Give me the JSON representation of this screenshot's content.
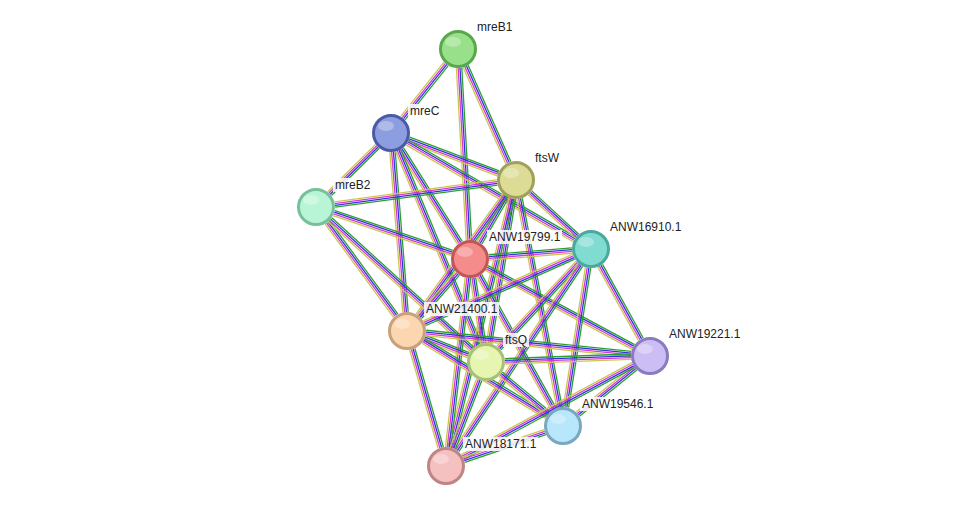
{
  "diagram": {
    "nodes": [
      {
        "text": [
          "mreB1"
        ]
      },
      {
        "text": [
          "mreC"
        ]
      },
      {
        "text": [
          "ftsW"
        ]
      },
      {
        "text": [
          "mreB2"
        ]
      },
      {
        "text": [
          "ANW19799.1"
        ]
      },
      {
        "text": [
          "ANW16910.1"
        ]
      },
      {
        "text": [
          "ANW21400.1"
        ]
      },
      {
        "text": [
          "ftsQ"
        ]
      },
      {
        "text": [
          "ANW19221.1"
        ]
      },
      {
        "text": [
          "ANW19546.1"
        ]
      },
      {
        "text": [
          "ANW18171.1"
        ]
      }
    ],
    "edges": [
      {
        "from": 0,
        "to": 1,
        "arrow": "none"
      },
      {
        "from": 0,
        "to": 2,
        "arrow": "none"
      },
      {
        "from": 0,
        "to": 4,
        "arrow": "none"
      },
      {
        "from": 1,
        "to": 2,
        "arrow": "none"
      },
      {
        "from": 1,
        "to": 3,
        "arrow": "none"
      },
      {
        "from": 1,
        "to": 4,
        "arrow": "none"
      },
      {
        "from": 1,
        "to": 5,
        "arrow": "none"
      },
      {
        "from": 1,
        "to": 6,
        "arrow": "none"
      },
      {
        "from": 1,
        "to": 7,
        "arrow": "none"
      },
      {
        "from": 2,
        "to": 3,
        "arrow": "none"
      },
      {
        "from": 2,
        "to": 4,
        "arrow": "none"
      },
      {
        "from": 2,
        "to": 5,
        "arrow": "none"
      },
      {
        "from": 2,
        "to": 6,
        "arrow": "none"
      },
      {
        "from": 2,
        "to": 7,
        "arrow": "none"
      },
      {
        "from": 2,
        "to": 9,
        "arrow": "none"
      },
      {
        "from": 2,
        "to": 10,
        "arrow": "none"
      },
      {
        "from": 3,
        "to": 4,
        "arrow": "none"
      },
      {
        "from": 3,
        "to": 6,
        "arrow": "none"
      },
      {
        "from": 3,
        "to": 7,
        "arrow": "none"
      },
      {
        "from": 4,
        "to": 5,
        "arrow": "none"
      },
      {
        "from": 4,
        "to": 6,
        "arrow": "none"
      },
      {
        "from": 4,
        "to": 7,
        "arrow": "none"
      },
      {
        "from": 4,
        "to": 8,
        "arrow": "none"
      },
      {
        "from": 4,
        "to": 9,
        "arrow": "none"
      },
      {
        "from": 4,
        "to": 10,
        "arrow": "none"
      },
      {
        "from": 5,
        "to": 6,
        "arrow": "none"
      },
      {
        "from": 5,
        "to": 7,
        "arrow": "none"
      },
      {
        "from": 5,
        "to": 8,
        "arrow": "none"
      },
      {
        "from": 5,
        "to": 9,
        "arrow": "none"
      },
      {
        "from": 5,
        "to": 10,
        "arrow": "none"
      },
      {
        "from": 6,
        "to": 7,
        "arrow": "none"
      },
      {
        "from": 6,
        "to": 8,
        "arrow": "none"
      },
      {
        "from": 6,
        "to": 9,
        "arrow": "none"
      },
      {
        "from": 6,
        "to": 10,
        "arrow": "none"
      },
      {
        "from": 7,
        "to": 8,
        "arrow": "none"
      },
      {
        "from": 7,
        "to": 9,
        "arrow": "none"
      },
      {
        "from": 7,
        "to": 10,
        "arrow": "none"
      },
      {
        "from": 8,
        "to": 9,
        "arrow": "none"
      },
      {
        "from": 8,
        "to": 10,
        "arrow": "none"
      },
      {
        "from": 9,
        "to": 10,
        "arrow": "none"
      }
    ]
  }
}
